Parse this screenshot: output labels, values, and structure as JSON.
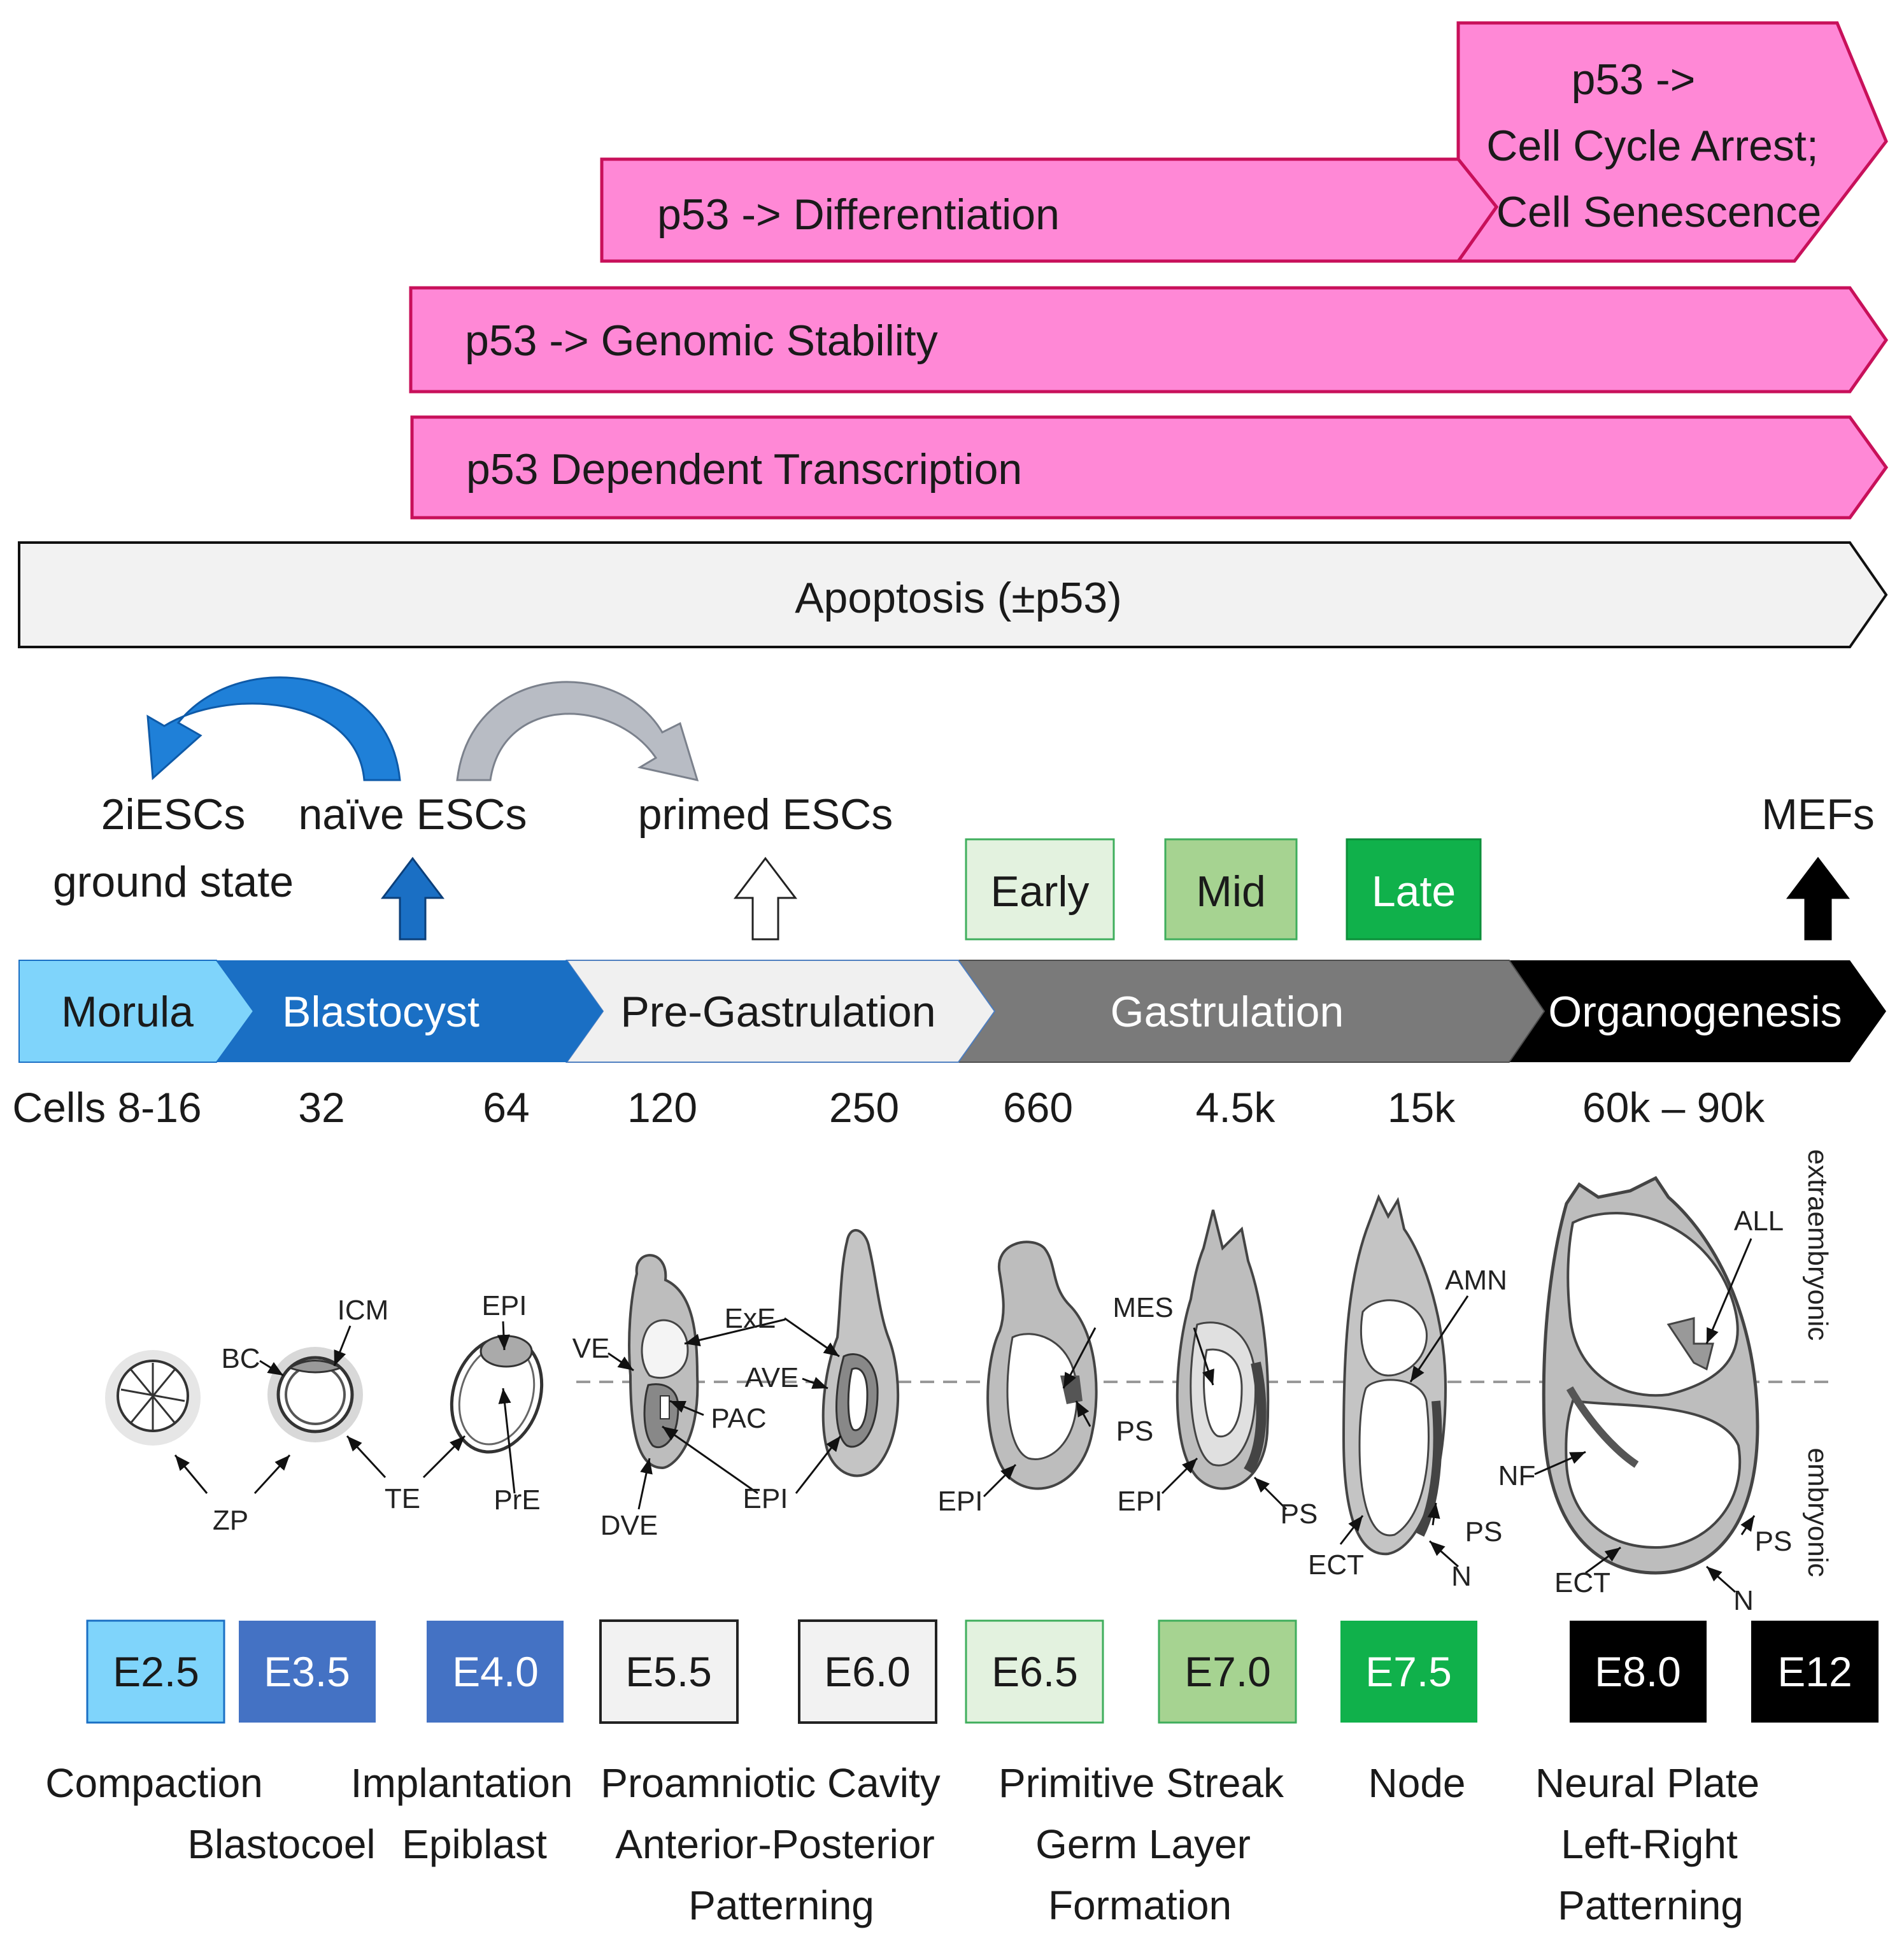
{
  "colors": {
    "p53_bar_fill": "#ff88d6",
    "p53_bar_stroke": "#c8105a",
    "apoptosis_fill": "#f2f2f2",
    "morula": "#7fd4fb",
    "blastocyst": "#1a6fc4",
    "pre_gastrulation": "#f0f0f0",
    "gastrulation": "#7a7a7a",
    "organogenesis": "#000000",
    "early": "#e3f2df",
    "mid": "#a6d391",
    "late": "#10b14b"
  },
  "bars": {
    "cell_cycle_arrest": [
      "p53 ->",
      "Cell Cycle Arrest;",
      "Cell Senescence"
    ],
    "differentiation": "p53 -> Differentiation",
    "genomic_stability": "p53 -> Genomic Stability",
    "transcription": "p53 Dependent Transcription",
    "apoptosis": "Apoptosis (±p53)"
  },
  "cell_states": {
    "two_i_escs": [
      "2iESCs",
      "ground state"
    ],
    "naive_escs": "naïve ESCs",
    "primed_escs": "primed ESCs",
    "mefs": "MEFs",
    "early": "Early",
    "mid": "Mid",
    "late": "Late"
  },
  "stages": [
    "Morula",
    "Blastocyst",
    "Pre-Gastrulation",
    "Gastrulation",
    "Organogenesis"
  ],
  "cell_counts": [
    "Cells 8-16",
    "32",
    "64",
    "120",
    "250",
    "660",
    "4.5k",
    "15k",
    "60k – 90k"
  ],
  "embryo_labels": {
    "ZP": "ZP",
    "BC": "BC",
    "ICM": "ICM",
    "TE": "TE",
    "EPI": "EPI",
    "PrE": "PrE",
    "VE": "VE",
    "ExE": "ExE",
    "AVE": "AVE",
    "PAC": "PAC",
    "DVE": "DVE",
    "MES": "MES",
    "PS": "PS",
    "AMN": "AMN",
    "ECT": "ECT",
    "N": "N",
    "ALL": "ALL",
    "NF": "NF",
    "extraembryonic": "extraembryonic",
    "embryonic": "embryonic"
  },
  "days": [
    "E2.5",
    "E3.5",
    "E4.0",
    "E5.5",
    "E6.0",
    "E6.5",
    "E7.0",
    "E7.5",
    "E8.0",
    "E12"
  ],
  "events": {
    "compaction": "Compaction",
    "blastocoel": "Blastocoel",
    "implantation": "Implantation",
    "epiblast": "Epiblast",
    "proamniotic": [
      "Proamniotic Cavity",
      "Anterior-Posterior",
      "Patterning"
    ],
    "primitive_streak": [
      "Primitive Streak",
      "Germ Layer",
      "Formation"
    ],
    "node": "Node",
    "neural_plate": [
      "Neural Plate",
      "Left-Right",
      "Patterning"
    ]
  }
}
